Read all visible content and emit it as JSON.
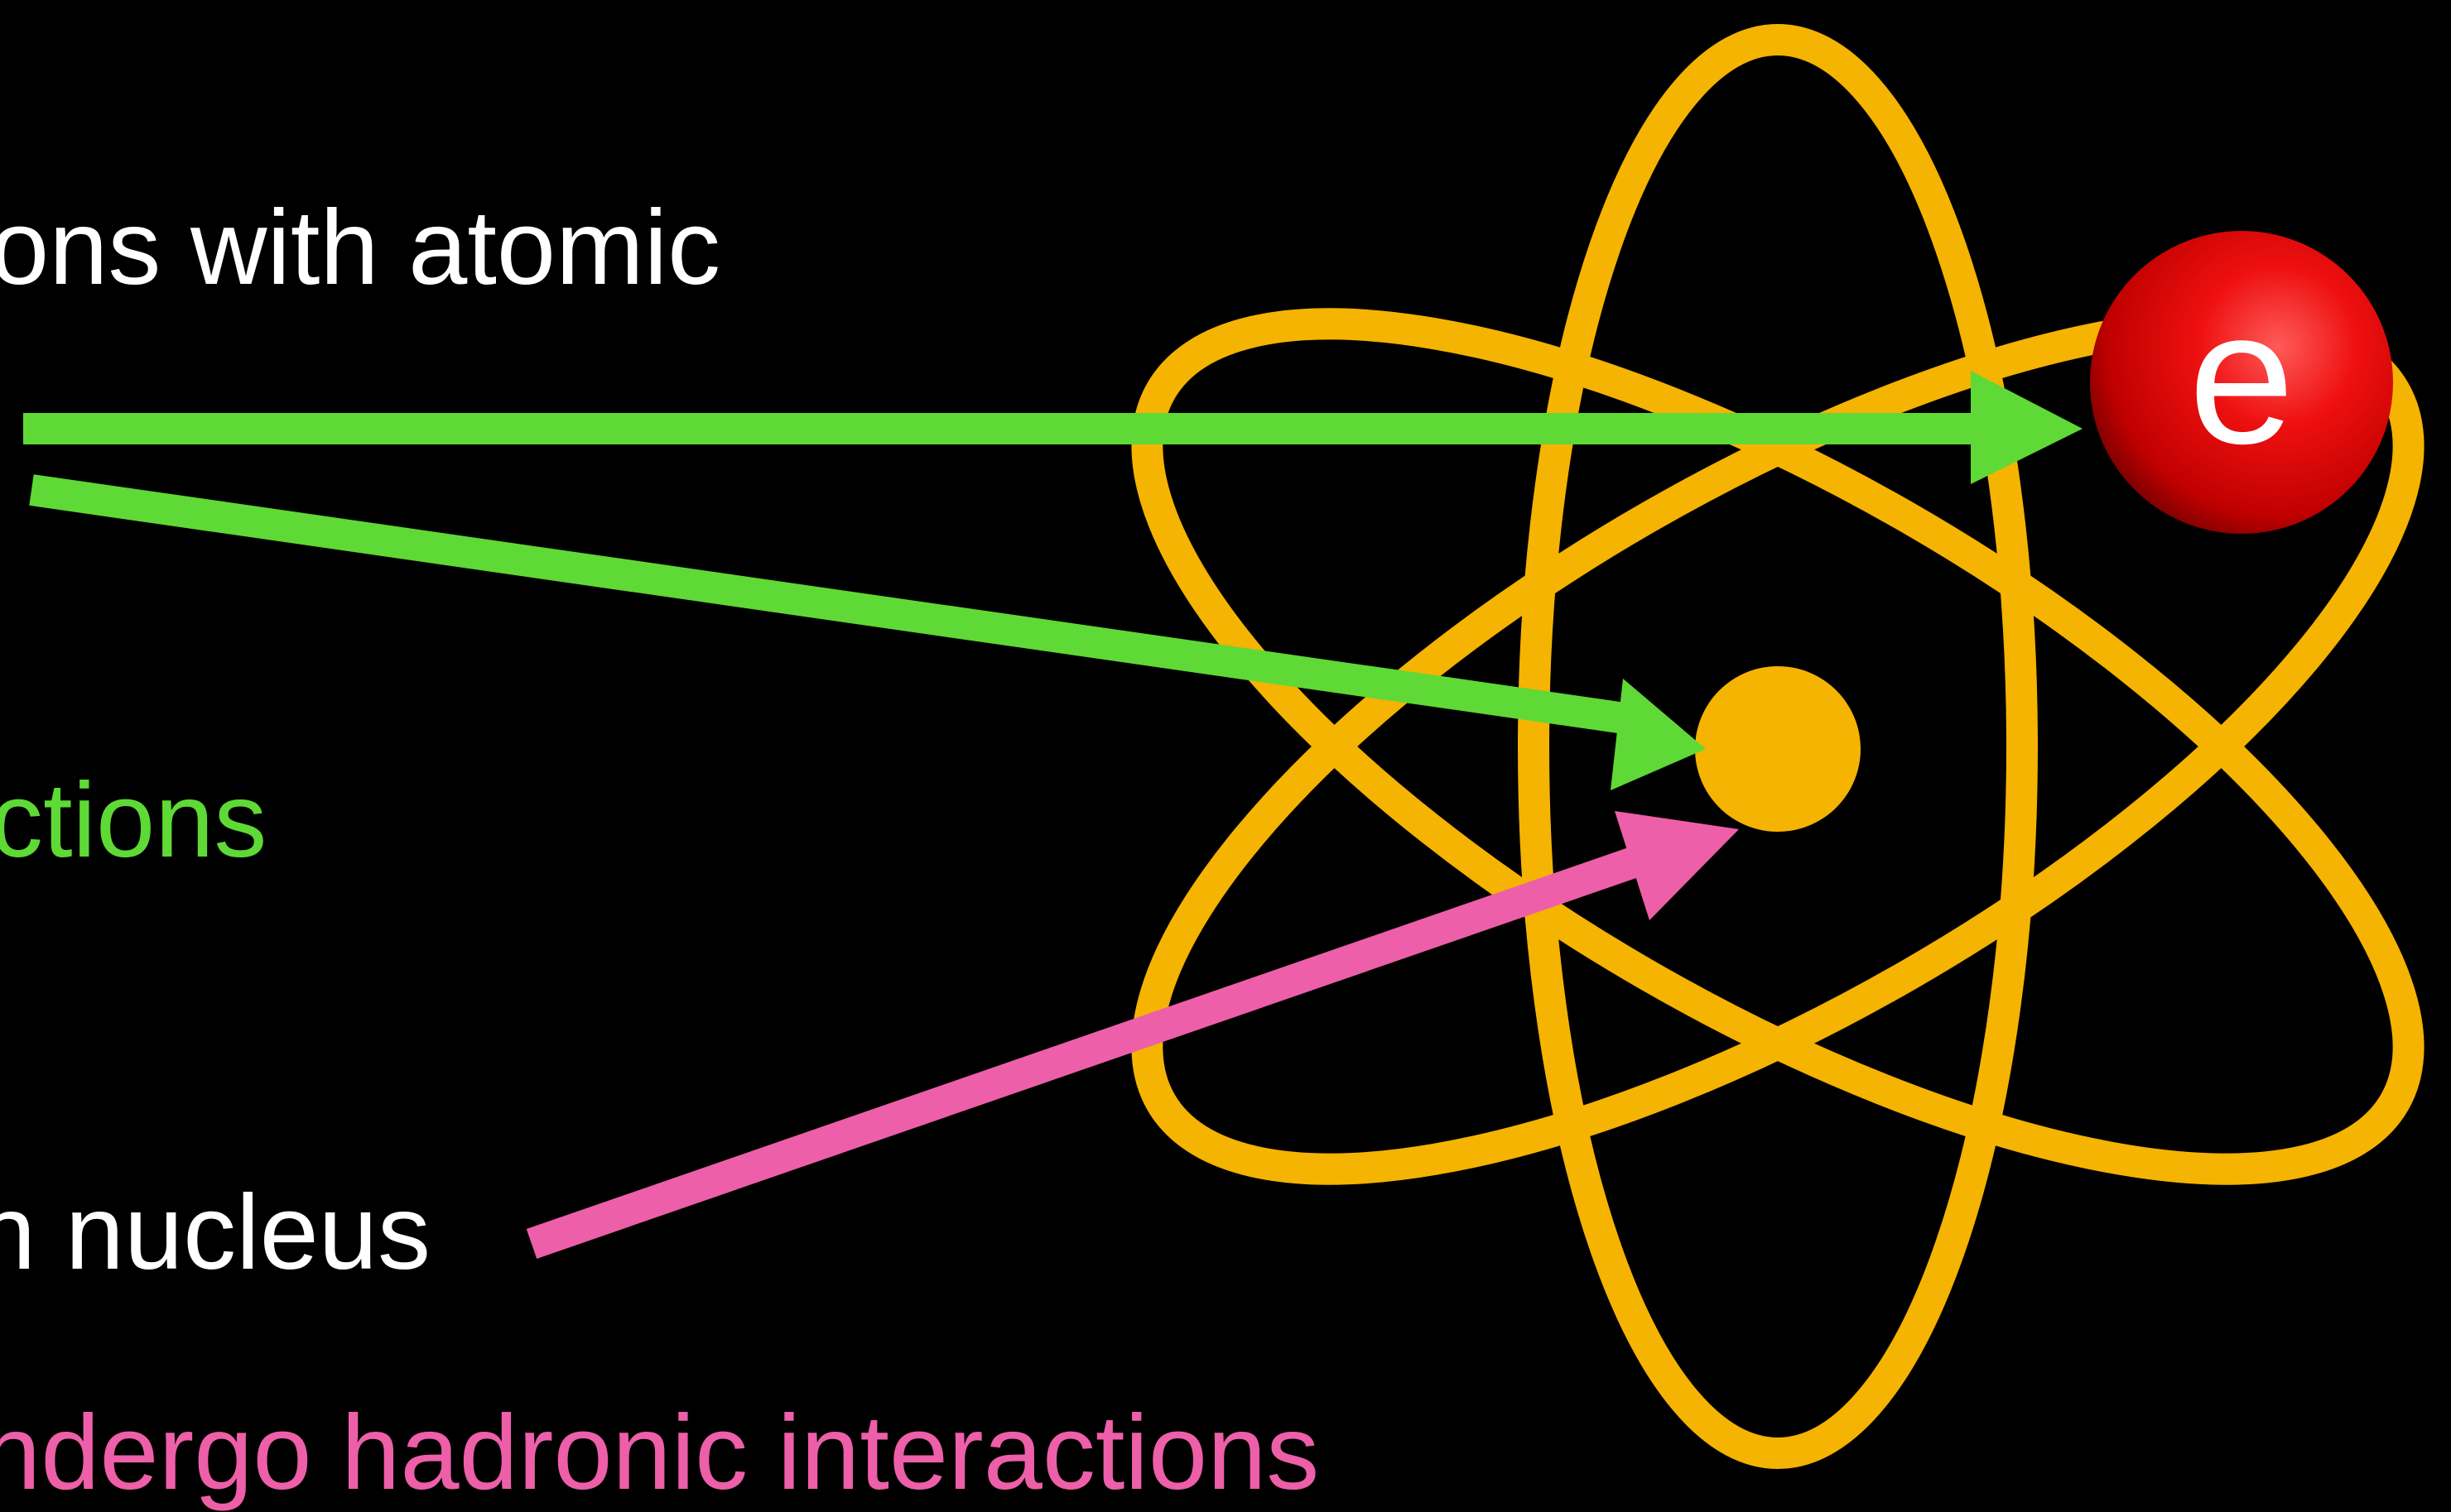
{
  "texts": {
    "line1": "ons with atomic",
    "line2": "ctions",
    "line3": "h nucleus",
    "line4": "ndergo hadronic interactions"
  },
  "electron": {
    "label": "e"
  },
  "colors": {
    "background": "#000000",
    "orbit": "#f5b302",
    "nucleus": "#f5b302",
    "electron": "#e20000",
    "electromagnetic_arrow": "#5fd935",
    "hadronic_arrow": "#ed5fa8",
    "text_white": "#ffffff",
    "text_green": "#5fd935",
    "text_pink": "#ed5fa8"
  },
  "icons": {
    "atom": "atom-icon",
    "nucleus": "nucleus-icon",
    "electron": "electron-icon"
  }
}
